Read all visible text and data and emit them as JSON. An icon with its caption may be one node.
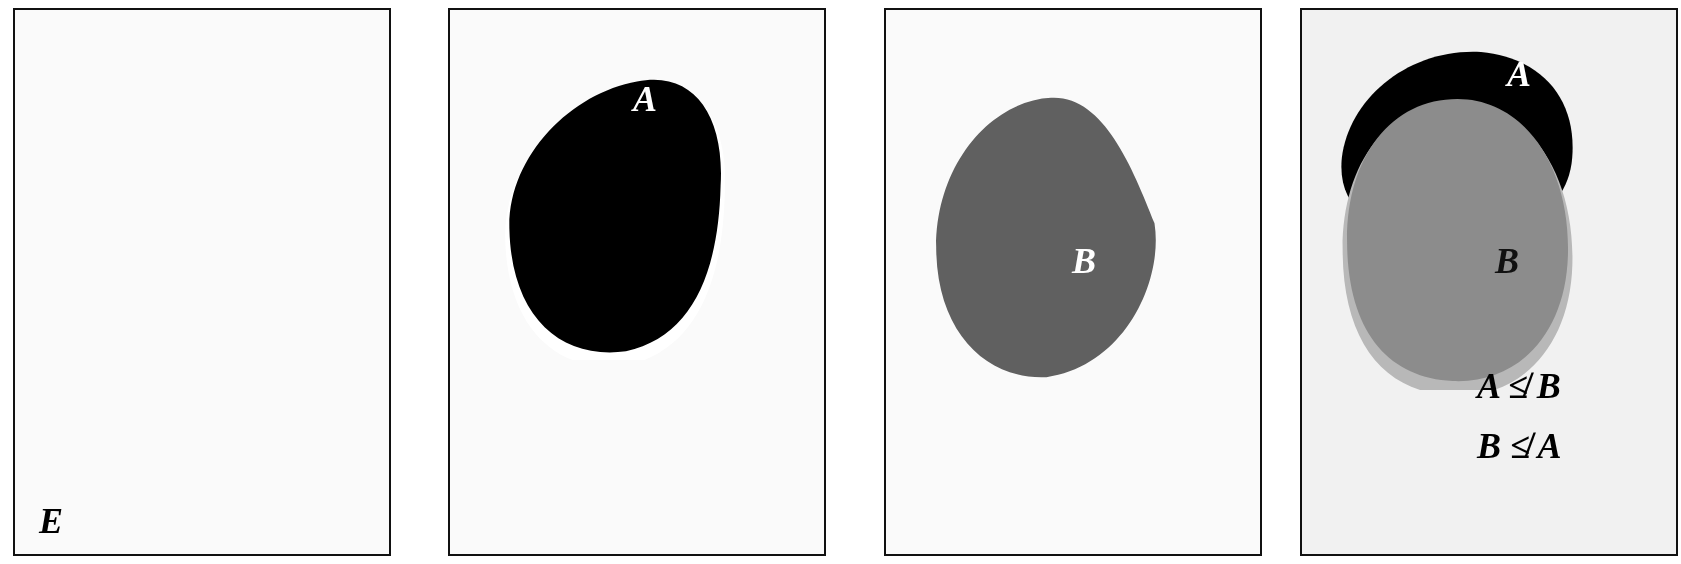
{
  "diagram": {
    "nodes": [
      {
        "text": [
          "E"
        ]
      },
      {
        "text": [],
        "shape": "box"
      },
      {
        "text": [
          "A"
        ],
        "in": 1
      },
      {
        "text": [],
        "shape": "box"
      },
      {
        "text": [
          "B"
        ],
        "in": 3
      },
      {
        "text": [
          "A ≰ B",
          "B ≰ A"
        ]
      },
      {
        "text": [
          "A"
        ],
        "in": 5
      },
      {
        "text": [
          "B"
        ],
        "in": 5
      }
    ]
  }
}
